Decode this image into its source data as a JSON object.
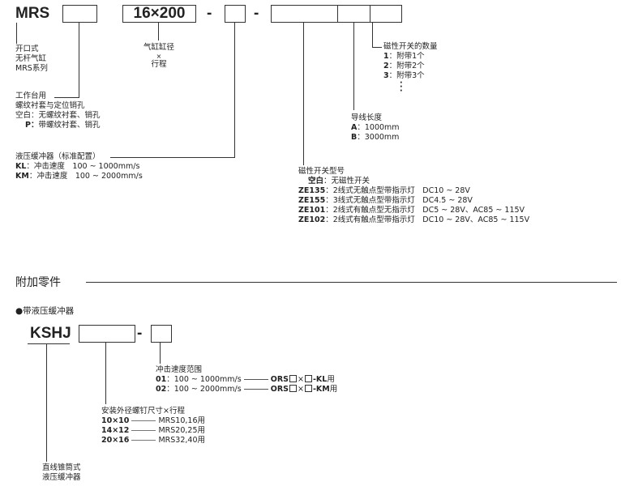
{
  "model": {
    "prefix": "MRS",
    "size_value": "16×200",
    "dash": "-"
  },
  "series_note": [
    "开口式",
    "无杆气缸",
    "MRS系列"
  ],
  "table": {
    "title": "工作台用",
    "subtitle": "螺纹衬套与定位销孔",
    "rows": [
      {
        "key": "空白：",
        "text": "无螺纹衬套、销孔"
      },
      {
        "key": "P：",
        "text": "带螺纹衬套、销孔"
      }
    ]
  },
  "size_note": {
    "line1": "气缸缸径",
    "line2": "×",
    "line3": "行程"
  },
  "shock": {
    "title": "液压缓冲器（标准配置）",
    "rows": [
      {
        "key": "KL",
        "text": "：冲击速度　100 ~ 1000mm/s"
      },
      {
        "key": "KM",
        "text": "：冲击速度　100 ~ 2000mm/s"
      }
    ]
  },
  "switch_qty": {
    "title": "磁性开关的数量",
    "rows": [
      {
        "key": "1",
        "text": "：附带1个"
      },
      {
        "key": "2",
        "text": "：附带2个"
      },
      {
        "key": "3",
        "text": "：附带3个"
      }
    ]
  },
  "lead": {
    "title": "导线长度",
    "rows": [
      {
        "key": "A",
        "text": "：1000mm"
      },
      {
        "key": "B",
        "text": "：3000mm"
      }
    ]
  },
  "switch_type": {
    "title": "磁性开关型号",
    "rows": [
      {
        "key": "空白",
        "text": "：无磁性开关"
      },
      {
        "key": "ZE135",
        "text": "：2线式无触点型带指示灯　DC10 ~ 28V"
      },
      {
        "key": "ZE155",
        "text": "：3线式无触点型带指示灯　DC4.5 ~ 28V"
      },
      {
        "key": "ZE101",
        "text": "：2线式有触点型无指示灯　DC5 ~ 28V、AC85 ~ 115V"
      },
      {
        "key": "ZE102",
        "text": "：2线式有触点型带指示灯　DC10 ~ 28V、AC85 ~ 115V"
      }
    ]
  },
  "section_title": "附加零件",
  "sub_title": "●带液压缓冲器",
  "kshj": {
    "prefix": "KSHJ",
    "dash": "-",
    "speed": {
      "title": "冲击速度范围",
      "rows": [
        {
          "key": "01",
          "text": "：100 ~ 1000mm/s",
          "code": "ORS",
          "x": "×",
          "suffix": "-KL",
          "use": "用"
        },
        {
          "key": "02",
          "text": "：100 ~ 2000mm/s",
          "code": "ORS",
          "x": "×",
          "suffix": "-KM",
          "use": "用"
        }
      ]
    },
    "mount": {
      "title": "安装外径螺钉尺寸×行程",
      "rows": [
        {
          "key": "10×10",
          "text": "MRS10,16用"
        },
        {
          "key": "14×12",
          "text": "MRS20,25用"
        },
        {
          "key": "20×16",
          "text": "MRS32,40用"
        }
      ]
    },
    "type_note": [
      "直线锥筒式",
      "液压缓冲器"
    ]
  }
}
